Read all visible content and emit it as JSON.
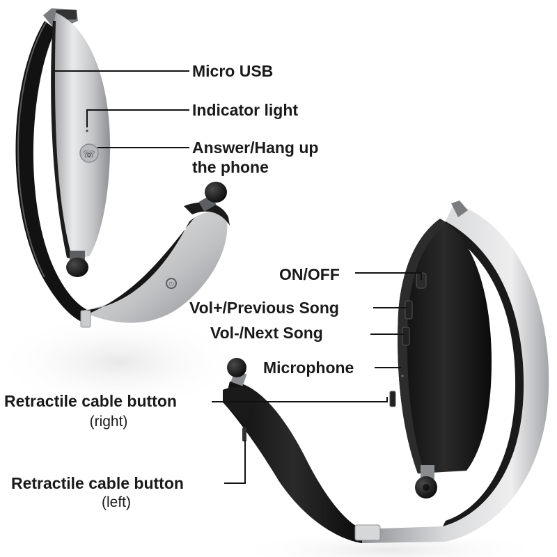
{
  "colors": {
    "text": "#1a1a1a",
    "leader_line": "#111111",
    "body_dark": "#141414",
    "body_silver": "#c7c9cb",
    "body_silver_dark": "#8d9093",
    "floor_reflection": "#f2f2f2"
  },
  "icons": [
    "earbud-icon",
    "phone-icon",
    "power-icon"
  ],
  "labels": {
    "micro_usb": "Micro USB",
    "indicator_light": "Indicator light",
    "answer_line1": "Answer/Hang up",
    "answer_line2": "the phone",
    "on_off": "ON/OFF",
    "vol_plus": "Vol+/Previous Song",
    "vol_minus": "Vol-/Next Song",
    "microphone": "Microphone",
    "retract_right_line1": "Retractile cable button",
    "retract_right_line2": "(right)",
    "retract_left_line1": "Retractile cable button",
    "retract_left_line2": "(left)"
  }
}
